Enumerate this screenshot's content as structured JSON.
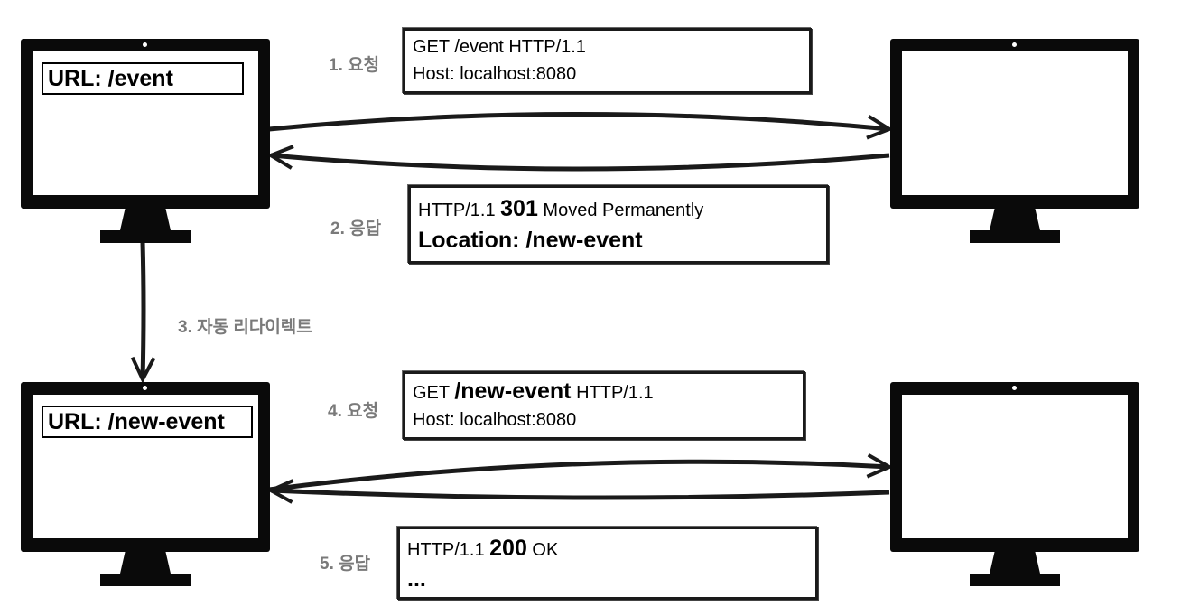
{
  "client_top": {
    "url": "URL: /event"
  },
  "client_bottom": {
    "url": "URL: /new-event"
  },
  "step1": {
    "label": "1. 요청",
    "line1_prefix": "GET ",
    "line1_path": "/event",
    "line1_suffix": " HTTP/1.1",
    "line2": "Host: localhost:8080"
  },
  "step2": {
    "label": "2. 응답",
    "line1_prefix": "HTTP/1.1 ",
    "line1_code": "301",
    "line1_suffix": " Moved Permanently",
    "line2": "Location: /new-event"
  },
  "step3": {
    "label": "3. 자동 리다이렉트"
  },
  "step4": {
    "label": "4. 요청",
    "line1_prefix": "GET ",
    "line1_path": "/new-event",
    "line1_suffix": " HTTP/1.1",
    "line2": "Host: localhost:8080"
  },
  "step5": {
    "label": "5. 응답",
    "line1_prefix": "HTTP/1.1 ",
    "line1_code": "200",
    "line1_suffix": " OK",
    "line2": "..."
  }
}
